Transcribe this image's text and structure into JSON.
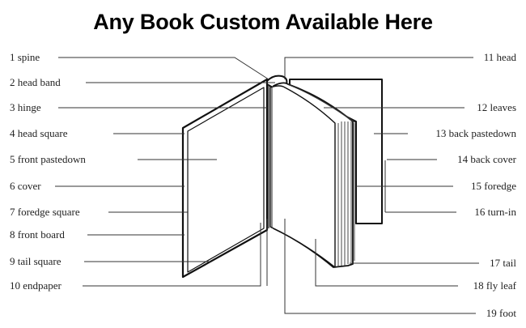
{
  "title": "Any Book Custom Available Here",
  "labels_left": [
    {
      "id": "spine",
      "text": "1 spine"
    },
    {
      "id": "head-band",
      "text": "2 head band"
    },
    {
      "id": "hinge",
      "text": "3 hinge"
    },
    {
      "id": "head-square",
      "text": "4 head square"
    },
    {
      "id": "front-pastedown",
      "text": "5 front pastedown"
    },
    {
      "id": "cover",
      "text": "6 cover"
    },
    {
      "id": "foredge-square",
      "text": "7 foredge square"
    },
    {
      "id": "front-board",
      "text": "8 front board"
    },
    {
      "id": "tail-square",
      "text": "9 tail square"
    },
    {
      "id": "endpaper",
      "text": "10 endpaper"
    }
  ],
  "labels_right": [
    {
      "id": "head",
      "text": "11 head"
    },
    {
      "id": "leaves",
      "text": "12 leaves"
    },
    {
      "id": "back-pastedown",
      "text": "13 back pastedown"
    },
    {
      "id": "back-cover",
      "text": "14 back cover"
    },
    {
      "id": "foredge",
      "text": "15 foredge"
    },
    {
      "id": "turn-in",
      "text": "16 turn-in"
    },
    {
      "id": "tail",
      "text": "17 tail"
    },
    {
      "id": "fly-leaf",
      "text": "18 fly leaf"
    },
    {
      "id": "foot",
      "text": "19 foot"
    }
  ]
}
